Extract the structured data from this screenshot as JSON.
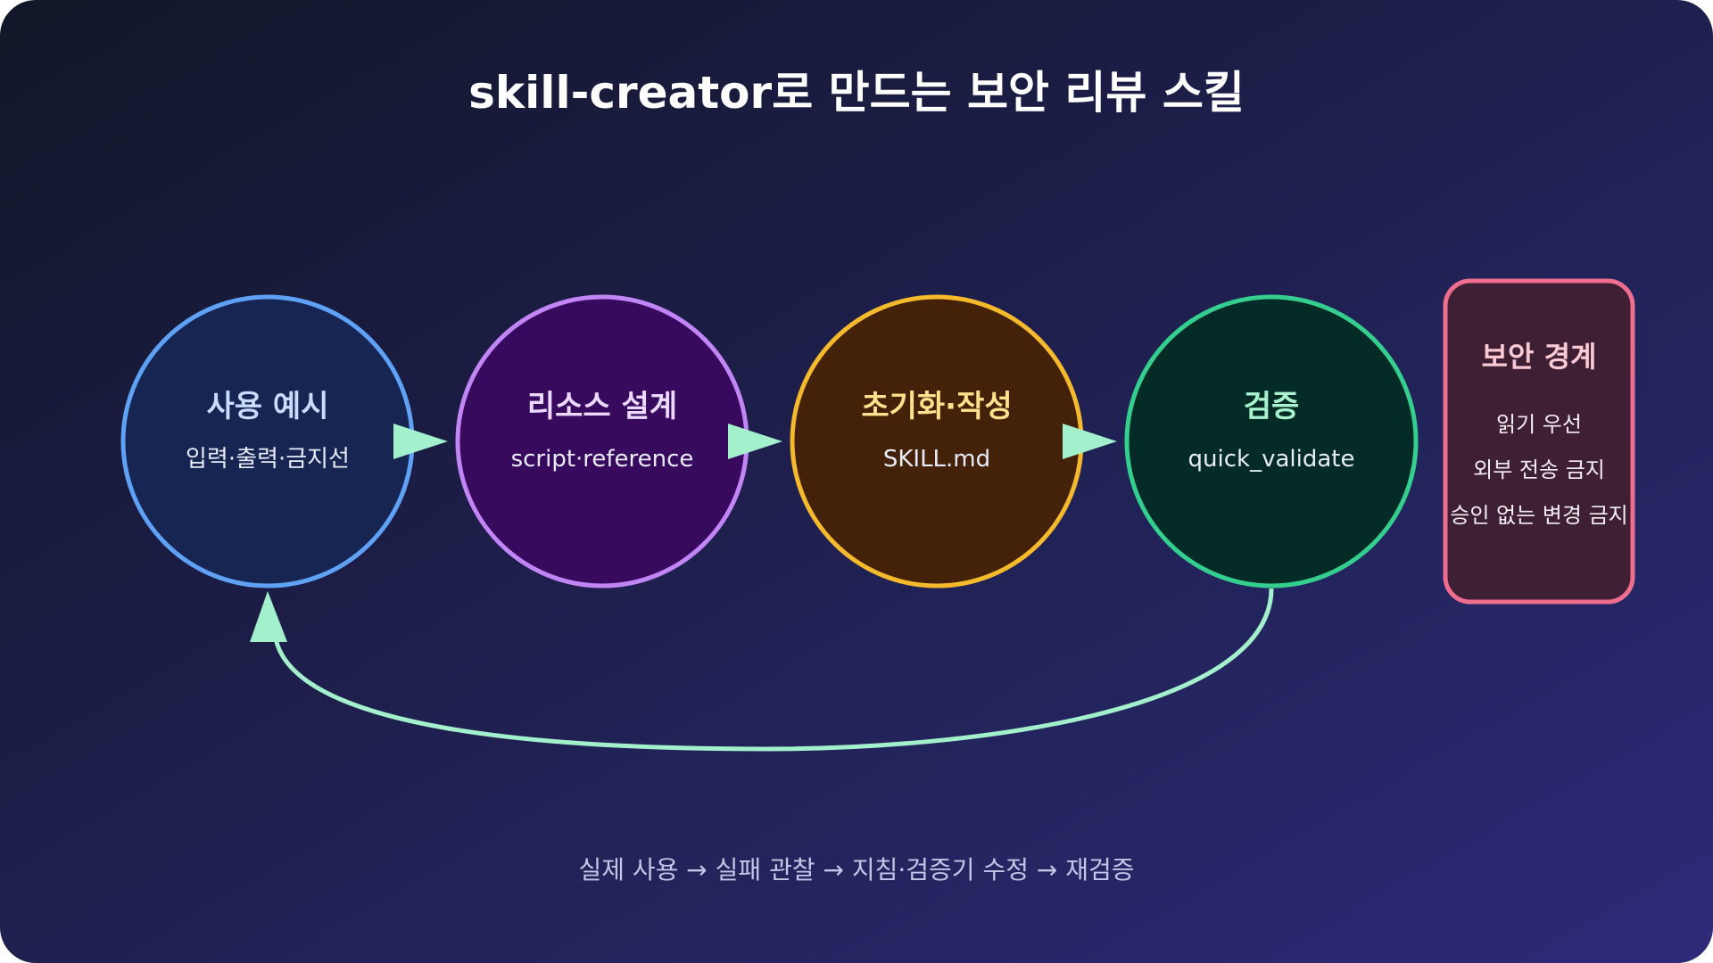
{
  "title": "skill-creator로 만드는 보안 리뷰 스킬",
  "steps": [
    {
      "title": "사용 예시",
      "subtitle": "입력·출력·금지선",
      "stroke": "#5fa1f5",
      "fill": "#172552",
      "title_color": "#c7dcff"
    },
    {
      "title": "리소스 설계",
      "subtitle": "script·reference",
      "stroke": "#c185f5",
      "fill": "#370a5e",
      "title_color": "#ecd9ff"
    },
    {
      "title": "초기화·작성",
      "subtitle": "SKILL.md",
      "stroke": "#f5b92c",
      "fill": "#44220a",
      "title_color": "#ffe08c"
    },
    {
      "title": "검증",
      "subtitle": "quick_validate",
      "stroke": "#34cf8f",
      "fill": "#042b26",
      "title_color": "#a9f3cf"
    }
  ],
  "arrow_color": "#a3f0cc",
  "security_box": {
    "title": "보안 경계",
    "items": [
      "읽기 우선",
      "외부 전송 금지",
      "승인 없는 변경 금지"
    ],
    "stroke": "#ef6e8f",
    "fill": "#3f1f33"
  },
  "footer": "실제 사용 → 실패 관찰 → 지침·검증기 수정 → 재검증"
}
